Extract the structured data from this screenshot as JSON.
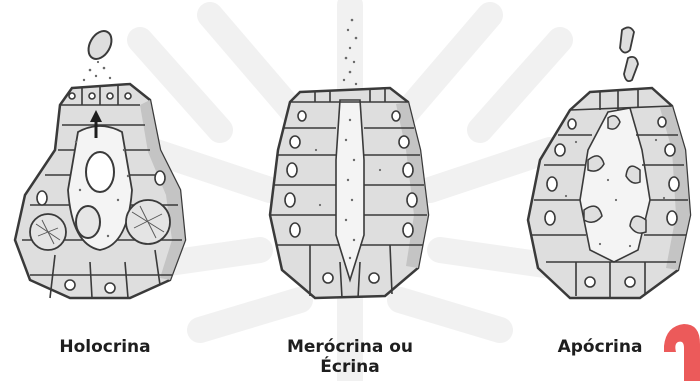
{
  "figure": {
    "panels": [
      {
        "id": "holocrina",
        "label": "Holocrina"
      },
      {
        "id": "merocrina",
        "label_line1": "Merócrina ou",
        "label_line2": "Écrina"
      },
      {
        "id": "apocrina",
        "label": "Apócrina"
      }
    ]
  },
  "colors": {
    "outline": "#3a3a3a",
    "cell_fill": "#dedede",
    "cell_shade": "#c4c4c4",
    "lumen_fill": "#f4f4f4",
    "nucleus_fill": "#ffffff",
    "secretion": "#6a6a6a",
    "watermark": "#f1f1f1",
    "corner_logo": "#ec5a5a"
  }
}
